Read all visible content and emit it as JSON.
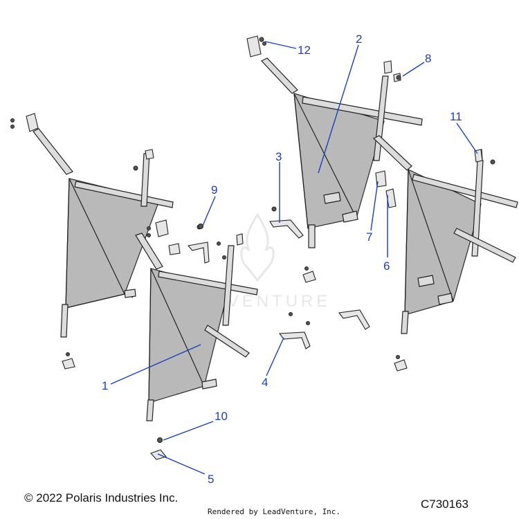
{
  "watermark": "LEADVENTURE",
  "callouts": {
    "c1": "1",
    "c2": "2",
    "c3": "3",
    "c4": "4",
    "c5": "5",
    "c6": "6",
    "c7": "7",
    "c8": "8",
    "c9": "9",
    "c10": "10",
    "c11": "11",
    "c12": "12"
  },
  "footer": {
    "copyright": "© 2022 Polaris Industries Inc.",
    "drawing_number": "C730163",
    "rendered_by": "Rendered by LeadVenture, Inc."
  },
  "colors": {
    "callout": "#1a3fbf",
    "net_fill": "#b9b9b9",
    "outline": "#222222"
  }
}
